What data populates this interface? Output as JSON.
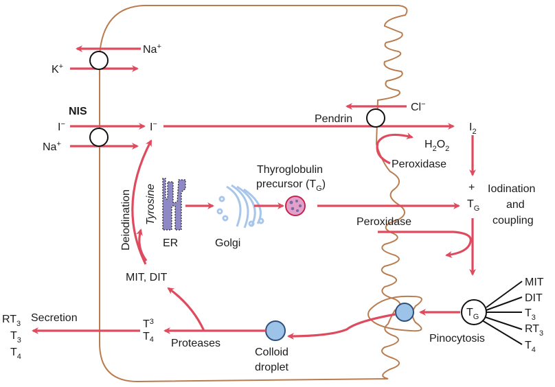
{
  "title": "Thyroid hormone synthesis in the follicular cell",
  "colors": {
    "cytoplasm": "#f9d3bf",
    "membrane": "#b97c4f",
    "arrow": "#de4b5e",
    "droplet": "#9ec3e8",
    "droplet_border": "#2c4f7c",
    "er": "#8e88c4",
    "golgi": "#a8c6ea",
    "precursor": "#e3a0c8"
  },
  "labels": {
    "na_out": "Na",
    "na_out_sup": "+",
    "k_in": "K",
    "k_in_sup": "+",
    "nis": "NIS",
    "iodide_outside": "I",
    "iodide_outside_sup": "−",
    "na_in": "Na",
    "na_in_sup": "+",
    "iodide_cell": "I",
    "iodide_cell_sup": "−",
    "deiodination": "Deiodination",
    "tyrosine": "Tyrosine",
    "er": "ER",
    "golgi": "Golgi",
    "tg_precursor_line1": "Thyroglobulin",
    "tg_precursor_line2": "precursor (T",
    "tg_precursor_sub": "G",
    "tg_precursor_close": ")",
    "mit_dit": "MIT, DIT",
    "pendrin": "Pendrin",
    "chloride": "Cl",
    "chloride_sup": "−",
    "i2": "I",
    "i2_sub": "2",
    "h2o2_h": "H",
    "h2o2_sub1": "2",
    "h2o2_o": "O",
    "h2o2_sub2": "2",
    "peroxidase_top": "Peroxidase",
    "plus": "+",
    "tg": "T",
    "tg_sub": "G",
    "iodination_line1": "Iodination",
    "iodination_line2": "and",
    "iodination_line3": "coupling",
    "peroxidase_bottom": "Peroxidase",
    "pinocytosis": "Pinocytosis",
    "colloid_line1": "Colloid",
    "colloid_line2": "droplet",
    "proteases": "Proteases",
    "secretion": "Secretion",
    "t3_cell": "T",
    "t3_cell_sub": "3",
    "t4_cell": "T",
    "t4_cell_sub": "4",
    "secreted": [
      {
        "base": "RT",
        "sub": "3"
      },
      {
        "base": "T",
        "sub": "3"
      },
      {
        "base": "T",
        "sub": "4"
      }
    ],
    "tg_components": [
      {
        "base": "MIT",
        "sub": ""
      },
      {
        "base": "DIT",
        "sub": ""
      },
      {
        "base": "T",
        "sub": "3"
      },
      {
        "base": "RT",
        "sub": "3"
      },
      {
        "base": "T",
        "sub": "4"
      }
    ],
    "tg_circle": "T",
    "tg_circle_sub": "G"
  }
}
